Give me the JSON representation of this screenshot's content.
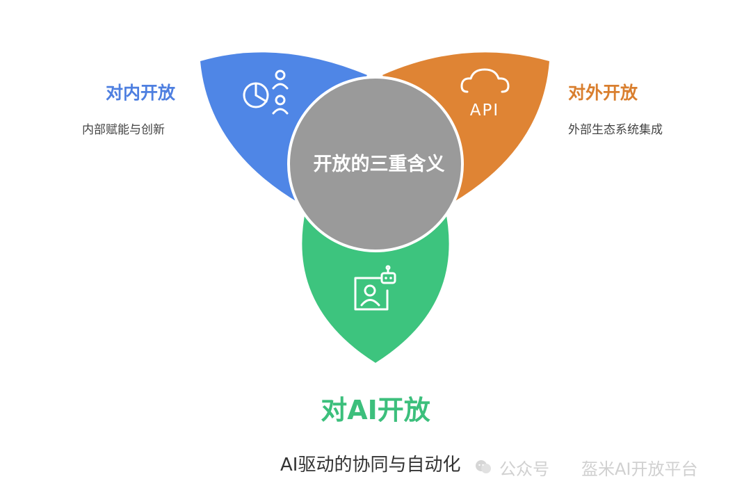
{
  "center": {
    "label": "开放的三重含义"
  },
  "left": {
    "title": "对内开放",
    "subtitle": "内部赋能与创新",
    "icon": "chart-and-people-icon"
  },
  "right": {
    "title": "对外开放",
    "subtitle": "外部生态系统集成",
    "icon": "cloud-api-icon",
    "icon_text": "API"
  },
  "bottom": {
    "title": "对AI开放",
    "subtitle": "AI驱动的协同与自动化",
    "icon": "robot-profile-icon"
  },
  "watermark": {
    "channel": "公众号",
    "name": "盔米AI开放平台"
  },
  "colors": {
    "blue": "#4f86e6",
    "orange": "#df8434",
    "green": "#3dc47e",
    "gray": "#9a9a9a"
  }
}
